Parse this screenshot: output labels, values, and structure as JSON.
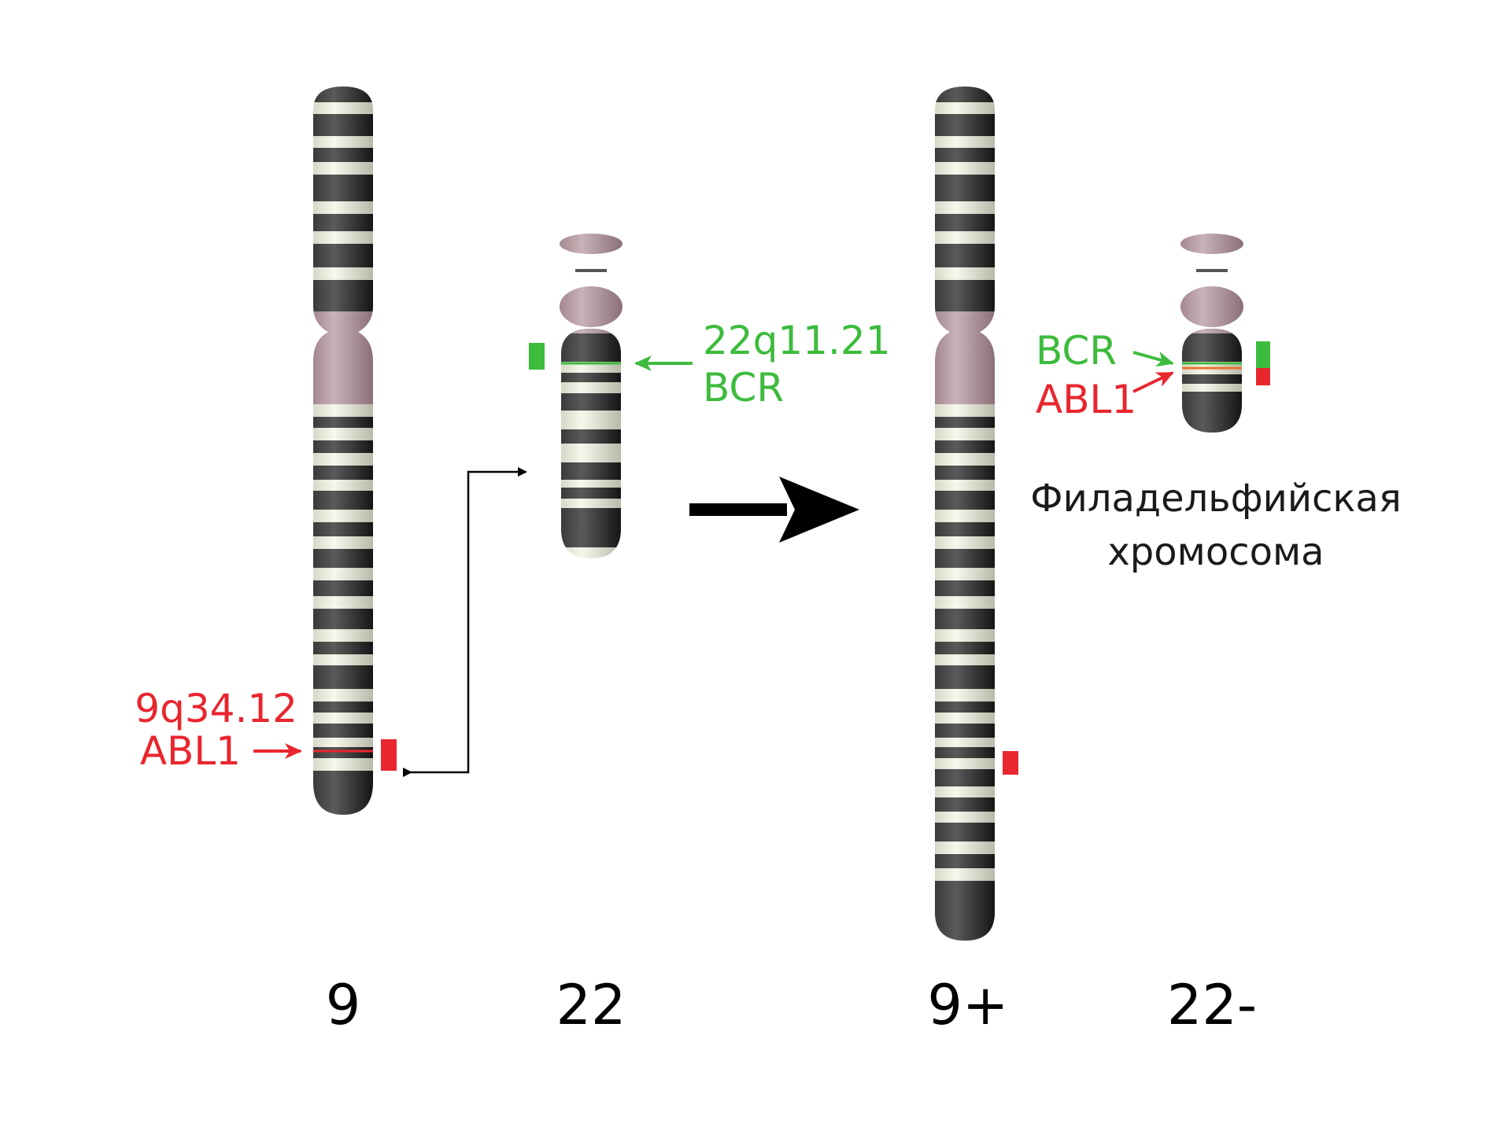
{
  "chromosome_labels": {
    "chr9": "9",
    "chr22": "22",
    "chr9_derivative": "9+",
    "chr22_derivative": "22-"
  },
  "annotations": {
    "chr9_locus": "9q34.12",
    "chr9_gene": "ABL1",
    "chr22_locus": "22q11.21",
    "chr22_gene": "BCR",
    "ph_gene_bcr": "BCR",
    "ph_gene_abl1": "ABL1",
    "ph_caption_line1": "Филадельфийская",
    "ph_caption_line2": "хромосома"
  },
  "colors": {
    "gene_bcr": "#3dbb3d",
    "gene_abl1": "#e8262e",
    "band_dark": "#2c2c2c",
    "band_light": "#ecece0",
    "centromere": "#b8a3a8",
    "arrow": "#000000"
  }
}
